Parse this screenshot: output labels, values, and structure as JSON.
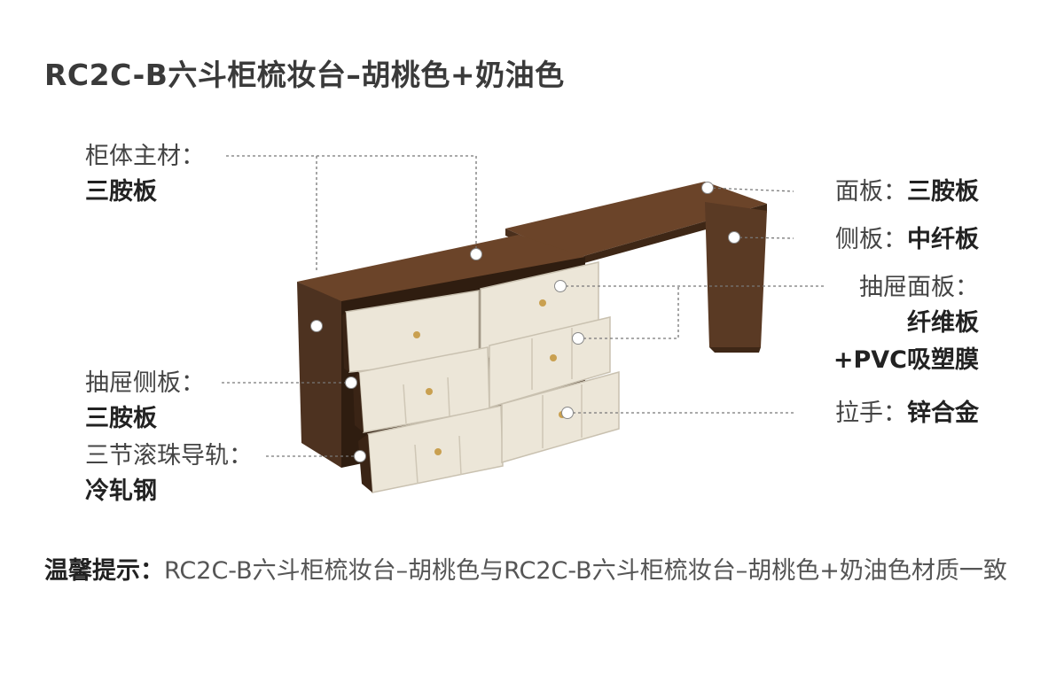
{
  "title": "RC2C-B六斗柜梳妆台–胡桃色+奶油色",
  "left_specs": [
    {
      "label": "柜体主材：",
      "value": "三胺板"
    },
    {
      "label": "抽屉侧板：",
      "value": "三胺板"
    },
    {
      "label": "三节滚珠导轨：",
      "value": "冷轧钢"
    }
  ],
  "right_specs": {
    "top_panel": {
      "label": "面板：",
      "value": "三胺板"
    },
    "side_panel": {
      "label": "侧板：",
      "value": "中纤板"
    },
    "drawer_front": {
      "label": "抽屉面板：",
      "value_line1": "纤维板",
      "value_line2": "+PVC吸塑膜"
    },
    "handle": {
      "label": "拉手：",
      "value": "锌合金"
    }
  },
  "tip": {
    "label": "温馨提示：",
    "text": "RC2C-B六斗柜梳妆台–胡桃色与RC2C-B六斗柜梳妆台–胡桃色+奶油色材质一致"
  },
  "colors": {
    "walnut": "#5a3a24",
    "walnut_dark": "#3e2716",
    "cream": "#ece6d8",
    "marker": "#ffffff"
  }
}
